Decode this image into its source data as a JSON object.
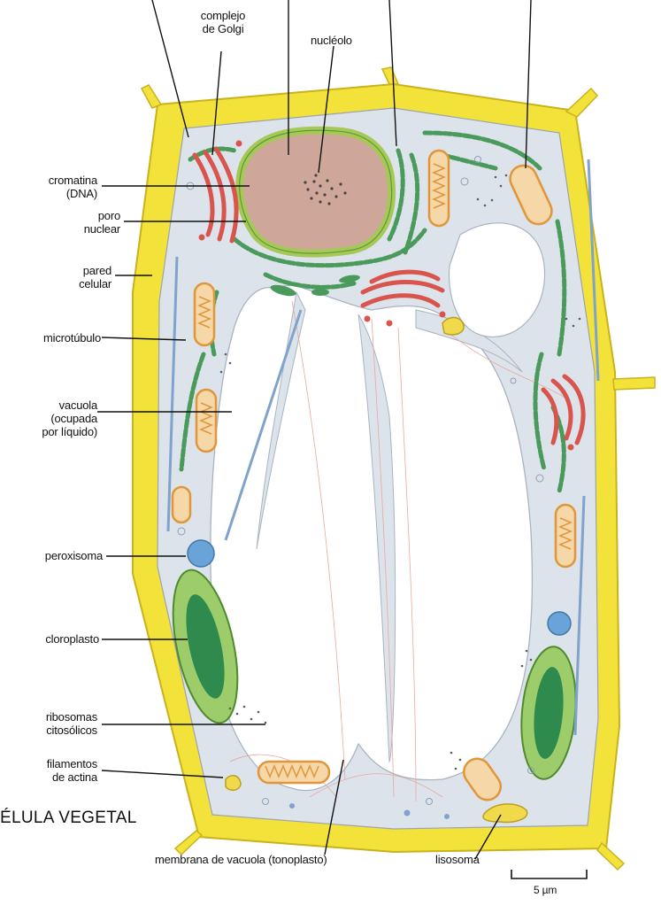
{
  "title": "ÉLULA VEGETAL",
  "scale_bar": "5 µm",
  "labels": {
    "golgi": "complejo\nde Golgi",
    "nucleolo": "nucléolo",
    "cromatina": "cromatina\n(DNA)",
    "poro": "poro\nnuclear",
    "pared": "pared\ncelular",
    "microtubulo": "microtúbulo",
    "vacuola": "vacuola\n(ocupada\npor líquido)",
    "peroxisoma": "peroxisoma",
    "cloroplasto": "cloroplasto",
    "ribosomas": "ribosomas\ncitosólicos",
    "filamentos": "filamentos\nde actina",
    "tonoplasto": "membrana de vacuola (tonoplasto)",
    "lisosoma": "lisosoma"
  },
  "colors": {
    "cell_wall": "#f2e23a",
    "cell_wall_edge": "#c9b21c",
    "cytoplasm": "#dde3ea",
    "nucleus": "#cfa79a",
    "nucleus_envelope": "#a5c857",
    "er": "#4a9a5c",
    "golgi": "#d9544c",
    "mitochondria": "#e0963a",
    "chloroplast": "#7dbb52",
    "peroxisome": "#6aa3d8",
    "microtubule": "#7fa3cc"
  }
}
